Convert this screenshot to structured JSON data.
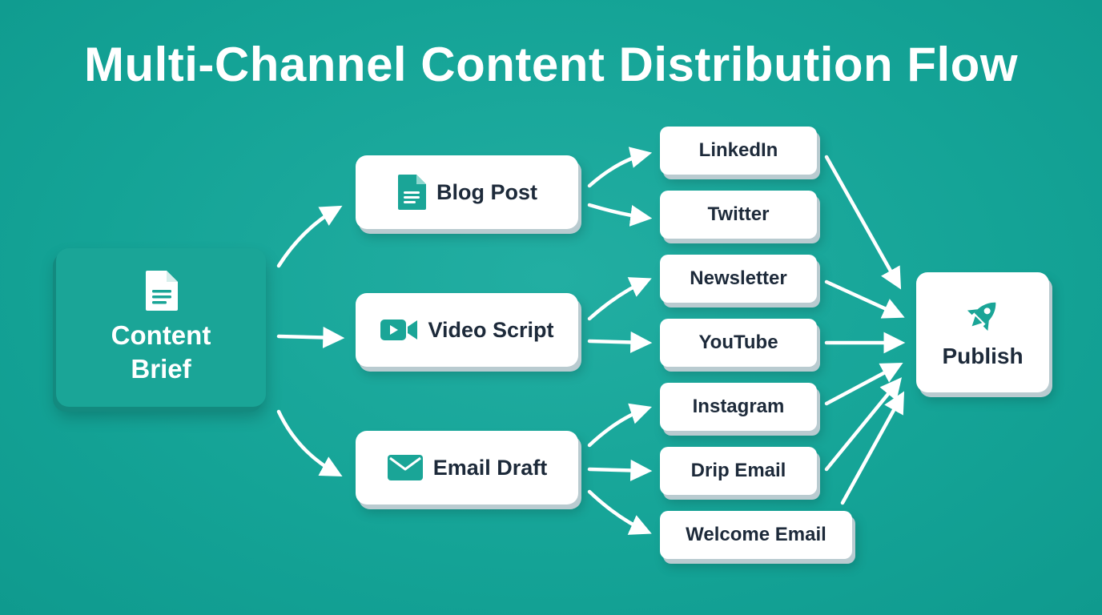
{
  "title": "Multi-Channel Content Distribution Flow",
  "source": {
    "label": "Content Brief",
    "icon": "document-icon"
  },
  "formats": [
    {
      "label": "Blog Post",
      "icon": "document-icon"
    },
    {
      "label": "Video Script",
      "icon": "video-camera-icon"
    },
    {
      "label": "Email Draft",
      "icon": "envelope-icon"
    }
  ],
  "channels": [
    {
      "label": "LinkedIn"
    },
    {
      "label": "Twitter"
    },
    {
      "label": "Newsletter"
    },
    {
      "label": "YouTube"
    },
    {
      "label": "Instagram"
    },
    {
      "label": "Drip Email"
    },
    {
      "label": "Welcome Email"
    }
  ],
  "destination": {
    "label": "Publish",
    "icon": "rocket-icon"
  },
  "colors": {
    "background": "#14a396",
    "accent": "#1aa597",
    "node": "#ffffff",
    "text": "#1d2a3a"
  }
}
